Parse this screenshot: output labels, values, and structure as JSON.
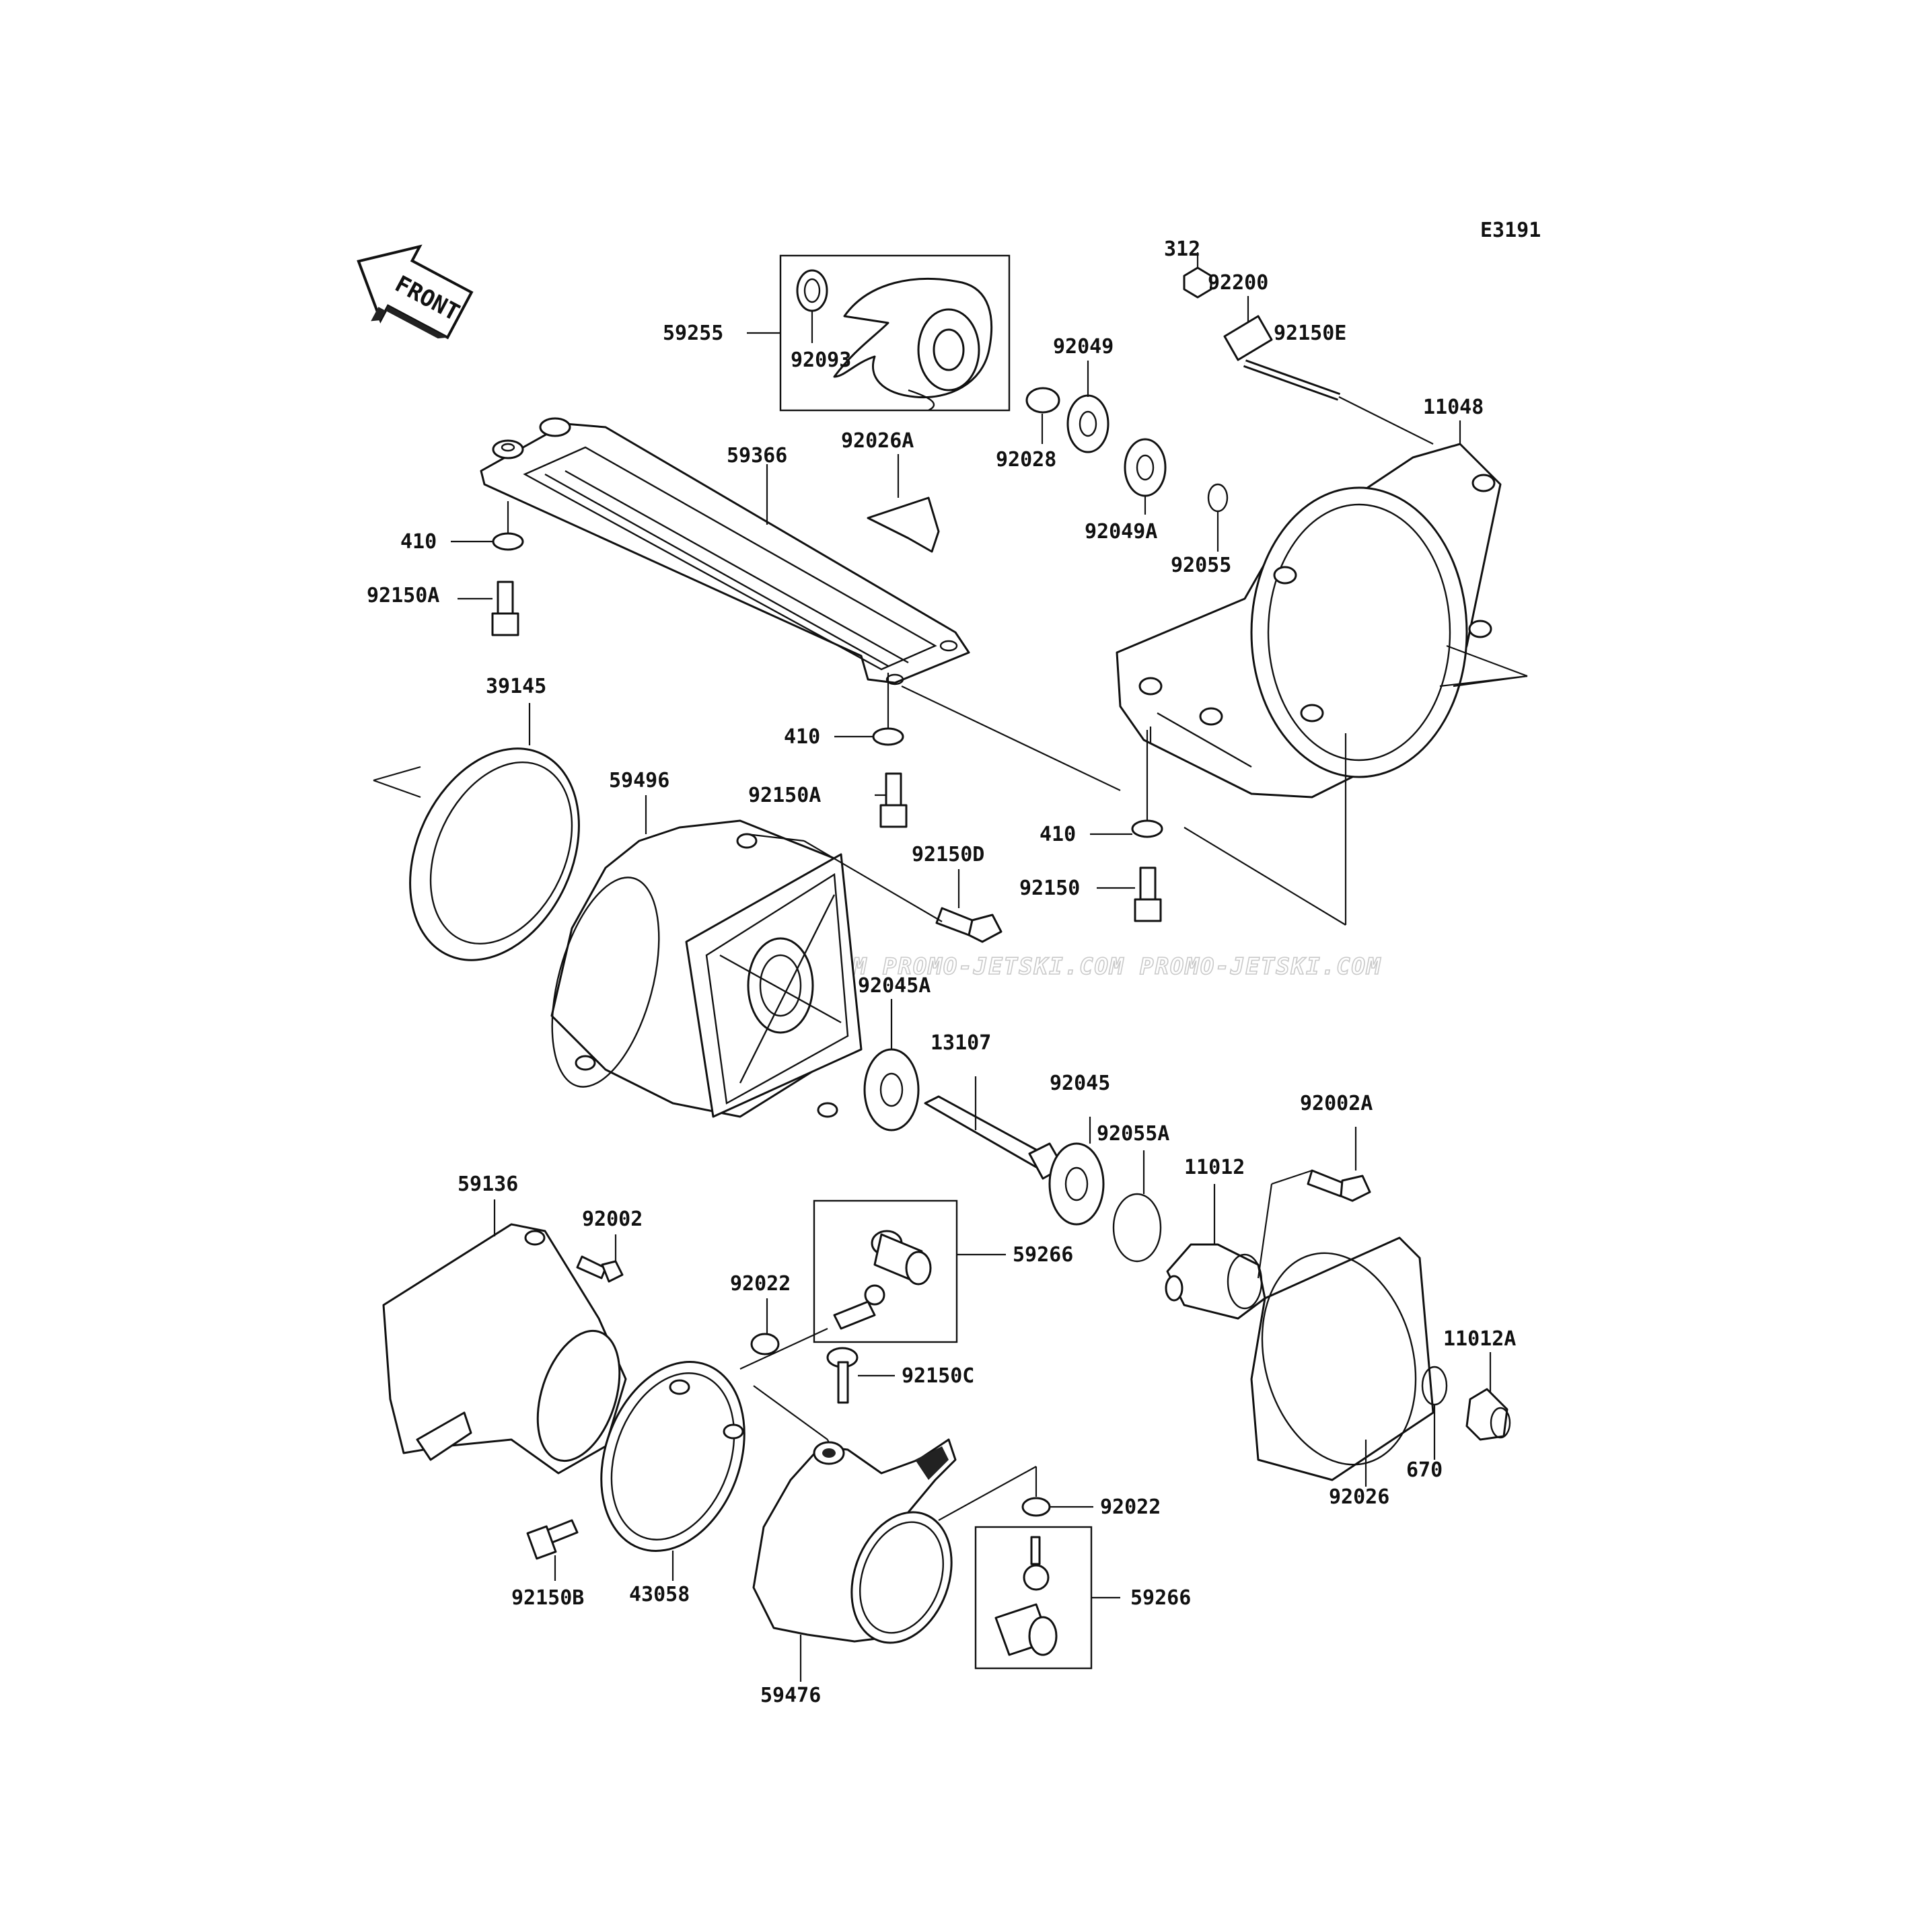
{
  "diagram": {
    "code": "E3191",
    "front_arrow_text": "FRONT",
    "watermark": "PROMO-JETSKI.COM  PROMO-JETSKI.COM  PROMO-JETSKI.COM"
  },
  "parts": {
    "p59255": "59255",
    "p92093": "92093",
    "p59366": "59366",
    "p92026A": "92026A",
    "p92028": "92028",
    "p92049": "92049",
    "p92049A": "92049A",
    "p312": "312",
    "p92200": "92200",
    "p92150E": "92150E",
    "p11048": "11048",
    "p92055": "92055",
    "p410a": "410",
    "p92150Aa": "92150A",
    "p39145": "39145",
    "p410b": "410",
    "p59496": "59496",
    "p92150Ab": "92150A",
    "p410c": "410",
    "p92150D": "92150D",
    "p92150": "92150",
    "p92045A": "92045A",
    "p13107": "13107",
    "p92045": "92045",
    "p92055A": "92055A",
    "p92002A": "92002A",
    "p11012": "11012",
    "p59136": "59136",
    "p92002": "92002",
    "p92022a": "92022",
    "p59266a": "59266",
    "p92150C": "92150C",
    "p11012A": "11012A",
    "p670": "670",
    "p92026": "92026",
    "p92022b": "92022",
    "p59266b": "59266",
    "p92150B": "92150B",
    "p43058": "43058",
    "p59476": "59476"
  }
}
